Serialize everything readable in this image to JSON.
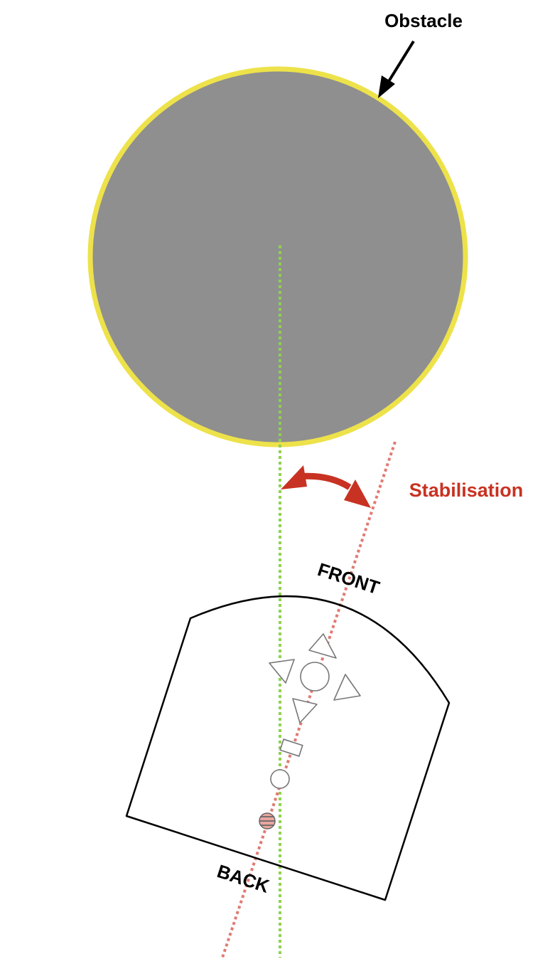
{
  "labels": {
    "obstacle": "Obstacle",
    "stabilisation": "Stabilisation",
    "front": "FRONT",
    "back": "BACK"
  },
  "colors": {
    "obstacle_fill": "#8f8f8f",
    "obstacle_border": "#ede24a",
    "reference_line": "#8fd14f",
    "heading_line": "#e07b73",
    "stabilisation_accent": "#c83222",
    "outline": "#000000",
    "sensor_gray": "#777777"
  },
  "icons": [
    "arrow-icon",
    "curved-double-arrow-icon",
    "triangle-icon",
    "circle-icon",
    "rectangle-icon"
  ]
}
